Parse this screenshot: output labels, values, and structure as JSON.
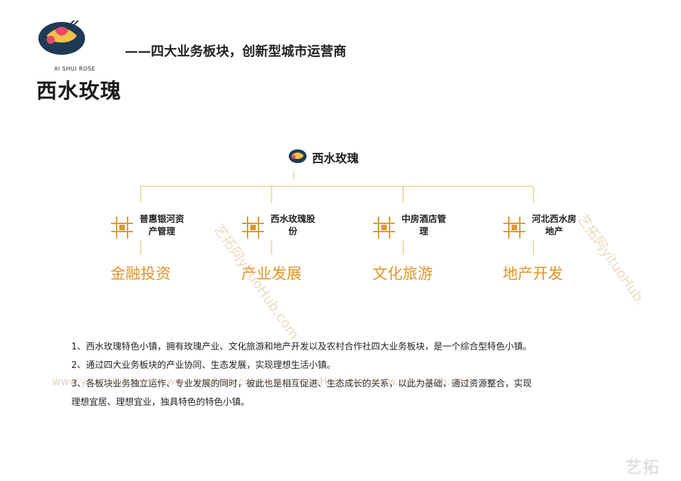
{
  "header": {
    "logo_sub": "XI SHUI ROSE",
    "logo_name": "西水玫瑰",
    "headline": "——四大业务板块，创新型城市运营商"
  },
  "brand": {
    "sub": "XI SHUI ROSE",
    "name": "西水玫瑰"
  },
  "nodes": [
    {
      "label": "普惠银河资产管理",
      "field": "金融投资"
    },
    {
      "label": "西水玫瑰股份",
      "field": "产业发展"
    },
    {
      "label": "中房酒店管理",
      "field": "文化旅游"
    },
    {
      "label": "河北西水房地产",
      "field": "地产开发"
    }
  ],
  "items": [
    "1、西水玫瑰特色小镇，拥有玫瑰产业、文化旅游和地产开发以及农村合作社四大业务板块，是一个综合型特色小镇。",
    "2、通过四大业务板块的产业协同、生态发展，实现理想生活小镇。",
    "3、各板块业务独立运作、专业发展的同时，彼此也是相互促进、生态成长的关系，以此为基础，通过资源整合，实现",
    "理想宜居、理想宜业，独具特色的特色小镇。"
  ],
  "watermarks": {
    "diag1": "艺拓网yituoHub.com",
    "diag2": "艺拓网yituoHub.",
    "line": "www.yituoHub.com  www.yituoHub.com  www.yituoHub.com  www.yituoHub.com",
    "corner": "艺拓"
  },
  "colors": {
    "accent": "#e0962a",
    "line": "#e8b45a"
  }
}
